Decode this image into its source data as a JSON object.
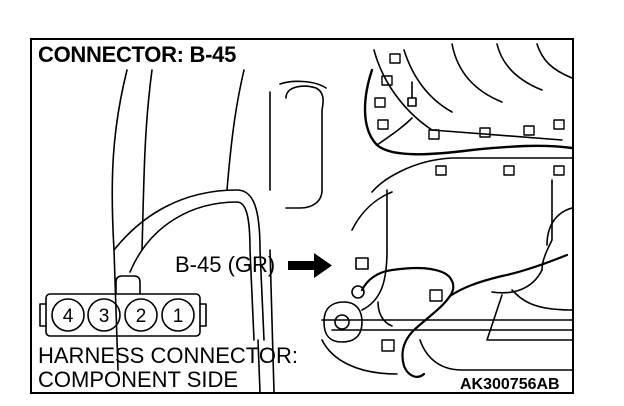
{
  "title": "CONNECTOR: B-45",
  "callout": "B-45 (GR)",
  "connector_pins": [
    "4",
    "3",
    "2",
    "1"
  ],
  "caption_line1": "HARNESS CONNECTOR:",
  "caption_line2": "COMPONENT SIDE",
  "figure_code": "AK300756AB"
}
